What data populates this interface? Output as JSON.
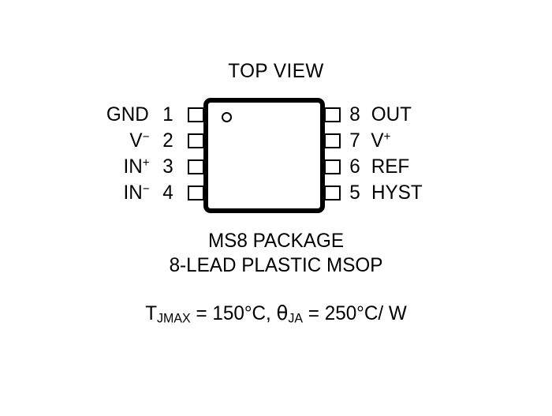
{
  "diagram": {
    "title": "TOP VIEW",
    "package_body": {
      "pin1_indicator": "pin1-dot-icon"
    },
    "pins_left": [
      {
        "number": "1",
        "name": "GND",
        "base": "GND",
        "superscript": ""
      },
      {
        "number": "2",
        "name": "V−",
        "base": "V",
        "superscript": "−"
      },
      {
        "number": "3",
        "name": "IN+",
        "base": "IN",
        "superscript": "+"
      },
      {
        "number": "4",
        "name": "IN−",
        "base": "IN",
        "superscript": "−"
      }
    ],
    "pins_right": [
      {
        "number": "8",
        "name": "OUT",
        "base": "OUT",
        "superscript": ""
      },
      {
        "number": "7",
        "name": "V+",
        "base": "V",
        "superscript": "+"
      },
      {
        "number": "6",
        "name": "REF",
        "base": "REF",
        "superscript": ""
      },
      {
        "number": "5",
        "name": "HYST",
        "base": "HYST",
        "superscript": ""
      }
    ],
    "caption": {
      "package_name": "MS8 PACKAGE",
      "package_description": "8-LEAD PLASTIC MSOP"
    },
    "thermal": {
      "tj_symbol": "T",
      "tj_subscript": "JMAX",
      "tj_equals": " = ",
      "tj_value": "150°C,",
      "theta_symbol": "θ",
      "theta_subscript": "JA",
      "theta_equals": " = ",
      "theta_value": "250°C/ W",
      "full_text": "TJMAX = 150°C, θJA = 250°C/ W"
    },
    "colors": {
      "ink": "#000000",
      "background": "#ffffff"
    }
  }
}
